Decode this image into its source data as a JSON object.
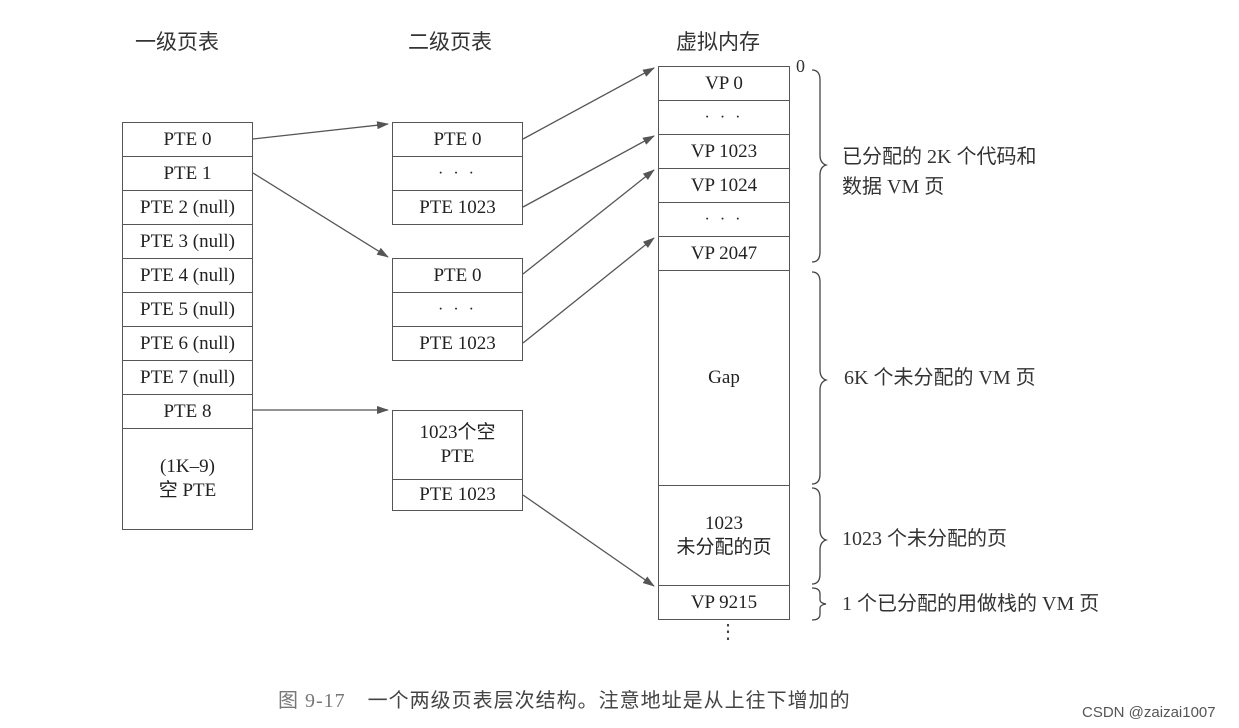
{
  "headers": {
    "level1": "一级页表",
    "level2": "二级页表",
    "vm": "虚拟内存"
  },
  "level1": [
    "PTE 0",
    "PTE 1",
    "PTE 2 (null)",
    "PTE 3 (null)",
    "PTE 4 (null)",
    "PTE 5 (null)",
    "PTE 6 (null)",
    "PTE 7 (null)",
    "PTE 8",
    "(1K–9)\n空 PTE"
  ],
  "level2a": [
    "PTE 0",
    "· · ·",
    "PTE 1023"
  ],
  "level2b": [
    "PTE 0",
    "· · ·",
    "PTE 1023"
  ],
  "level2c": [
    "1023个空\nPTE",
    "PTE 1023"
  ],
  "vm": [
    "VP 0",
    "· · ·",
    "VP 1023",
    "VP 1024",
    "· · ·",
    "VP 2047",
    "Gap",
    "1023\n未分配的页",
    "VP 9215"
  ],
  "vm_zero": "0",
  "vm_more": "⋮",
  "notes": {
    "allocated": "已分配的 2K 个代码和\n数据 VM 页",
    "gap": "6K 个未分配的 VM 页",
    "unalloc": "1023 个未分配的页",
    "stack": "1 个已分配的用做栈的 VM 页"
  },
  "caption": {
    "fig": "图 9-17",
    "text": "一个两级页表层次结构。注意地址是从上往下增加的"
  },
  "watermark": "CSDN @zaizai1007",
  "colors": {
    "line": "#555555",
    "text": "#222222"
  }
}
